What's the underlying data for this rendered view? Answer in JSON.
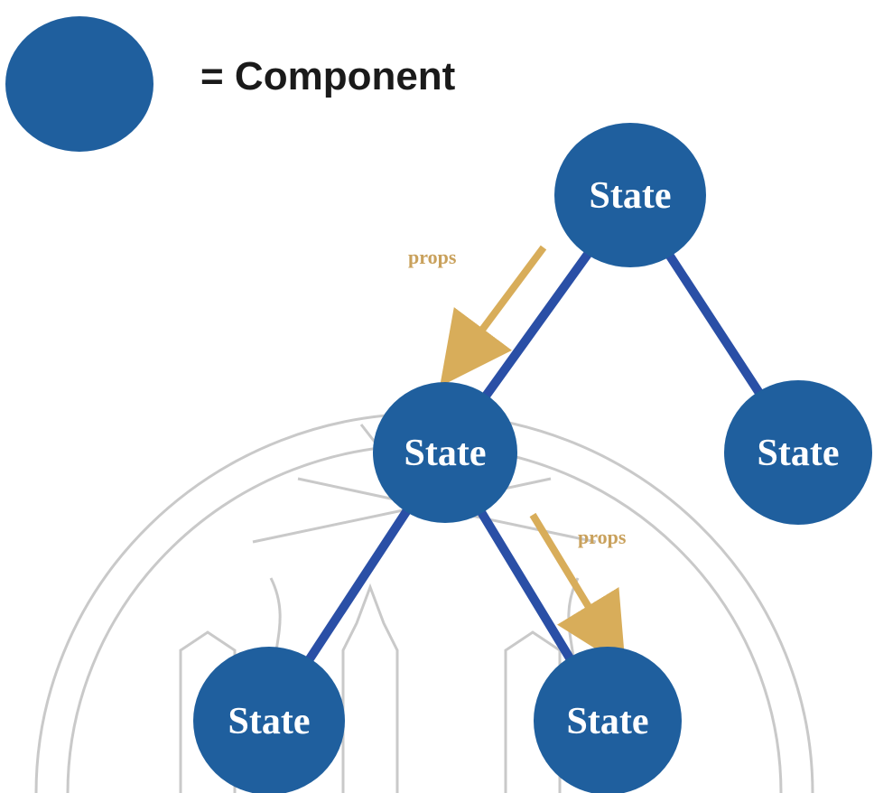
{
  "legend": {
    "label": "= Component",
    "color": "#1f5f9e"
  },
  "colors": {
    "node_fill": "#1f5f9e",
    "edge_line": "#2a4fa6",
    "props_arrow": "#d8ad5a",
    "props_text": "#c9a15c"
  },
  "nodes": [
    {
      "id": "root",
      "label": "State"
    },
    {
      "id": "middle-left",
      "label": "State"
    },
    {
      "id": "middle-right",
      "label": "State"
    },
    {
      "id": "bottom-left",
      "label": "State"
    },
    {
      "id": "bottom-right",
      "label": "State"
    }
  ],
  "edges": [
    {
      "from": "root",
      "to": "middle-left"
    },
    {
      "from": "root",
      "to": "middle-right"
    },
    {
      "from": "middle-left",
      "to": "bottom-left"
    },
    {
      "from": "middle-left",
      "to": "bottom-right"
    }
  ],
  "props_arrows": [
    {
      "label": "props",
      "from": "root",
      "to": "middle-left"
    },
    {
      "label": "props",
      "from": "middle-left",
      "to": "bottom-right"
    }
  ],
  "watermark": {
    "type": "university-seal",
    "color": "#c9c9c9"
  }
}
